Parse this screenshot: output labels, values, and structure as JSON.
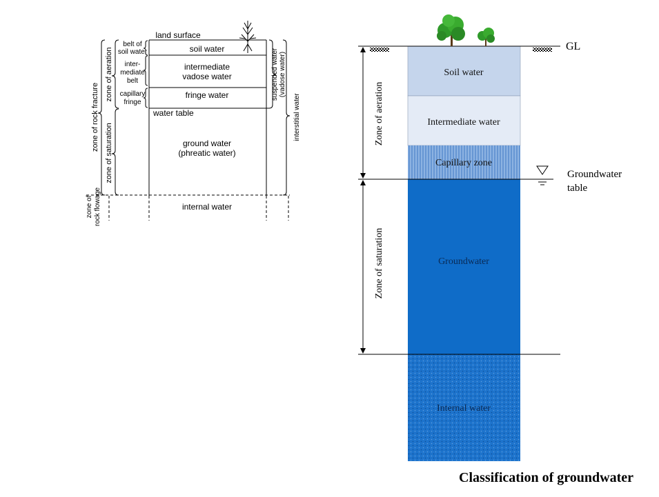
{
  "left_diagram": {
    "land_surface": "land surface",
    "zones_outer": {
      "rock_fracture": "zone of rock fracture",
      "rock_flowage_1": "zone of",
      "rock_flowage_2": "rock flowage"
    },
    "zones_inner": {
      "aeration": "zone of aeration",
      "saturation": "zone of saturation"
    },
    "belts": {
      "soil_1": "belt of",
      "soil_2": "soil water",
      "intermediate_1": "inter-",
      "intermediate_2": "mediate",
      "intermediate_3": "belt",
      "capillary_1": "capillary",
      "capillary_2": "fringe"
    },
    "waters": {
      "soil": "soil water",
      "vadose_1": "intermediate",
      "vadose_2": "vadose water",
      "fringe": "fringe water",
      "water_table": "water table",
      "ground_1": "ground water",
      "ground_2": "(phreatic water)",
      "internal": "internal water"
    },
    "right_labels": {
      "suspended_1": "suspended water",
      "suspended_2": "(vadose water)",
      "interstitial": "interstitial water"
    }
  },
  "right_diagram": {
    "gl": "GL",
    "zone_aeration": "Zone of aeration",
    "zone_saturation": "Zone of saturation",
    "layers": {
      "soil": "Soil water",
      "intermediate": "Intermediate water",
      "capillary": "Capillary zone",
      "groundwater": "Groundwater",
      "internal": "Internal water"
    },
    "gw_table_1": "Groundwater",
    "gw_table_2": "table",
    "caption": "Classification of groundwater"
  },
  "colors": {
    "soil": "#c5d5ec",
    "intermediate": "#e4ebf6",
    "capillary": "#7fa9dc",
    "groundwater": "#0f6cc8",
    "internal": "#1e78d0",
    "tree": "#2f9a2a"
  }
}
